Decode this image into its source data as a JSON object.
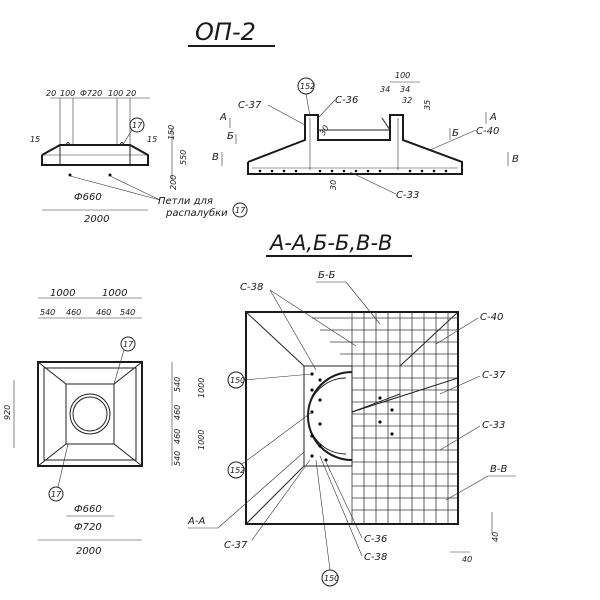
{
  "title": "ОП-2",
  "section_title": "А-А,Б-Б,В-В",
  "labels": {
    "s33": "С-33",
    "s36": "С-36",
    "s37": "С-37",
    "s38": "С-38",
    "s40": "С-40",
    "bb": "Б-Б",
    "vv": "В-В",
    "aa": "А-А",
    "a": "А",
    "b": "Б",
    "v": "В",
    "pos152": "152",
    "pos150": "150",
    "pos17": "17",
    "loops_line1": "Петли для",
    "loops_line2": "распалубки"
  },
  "dims": {
    "d2000": "2000",
    "d1000": "1000",
    "d920": "920",
    "phi660": "Ф660",
    "phi720": "Ф720",
    "d20": "20",
    "d100": "100",
    "d15": "15",
    "d150": "150",
    "d200": "200",
    "d550": "550",
    "d540": "540",
    "d460": "460",
    "d30": "30",
    "d34": "34",
    "d32": "32",
    "d35": "35",
    "d40": "40"
  }
}
